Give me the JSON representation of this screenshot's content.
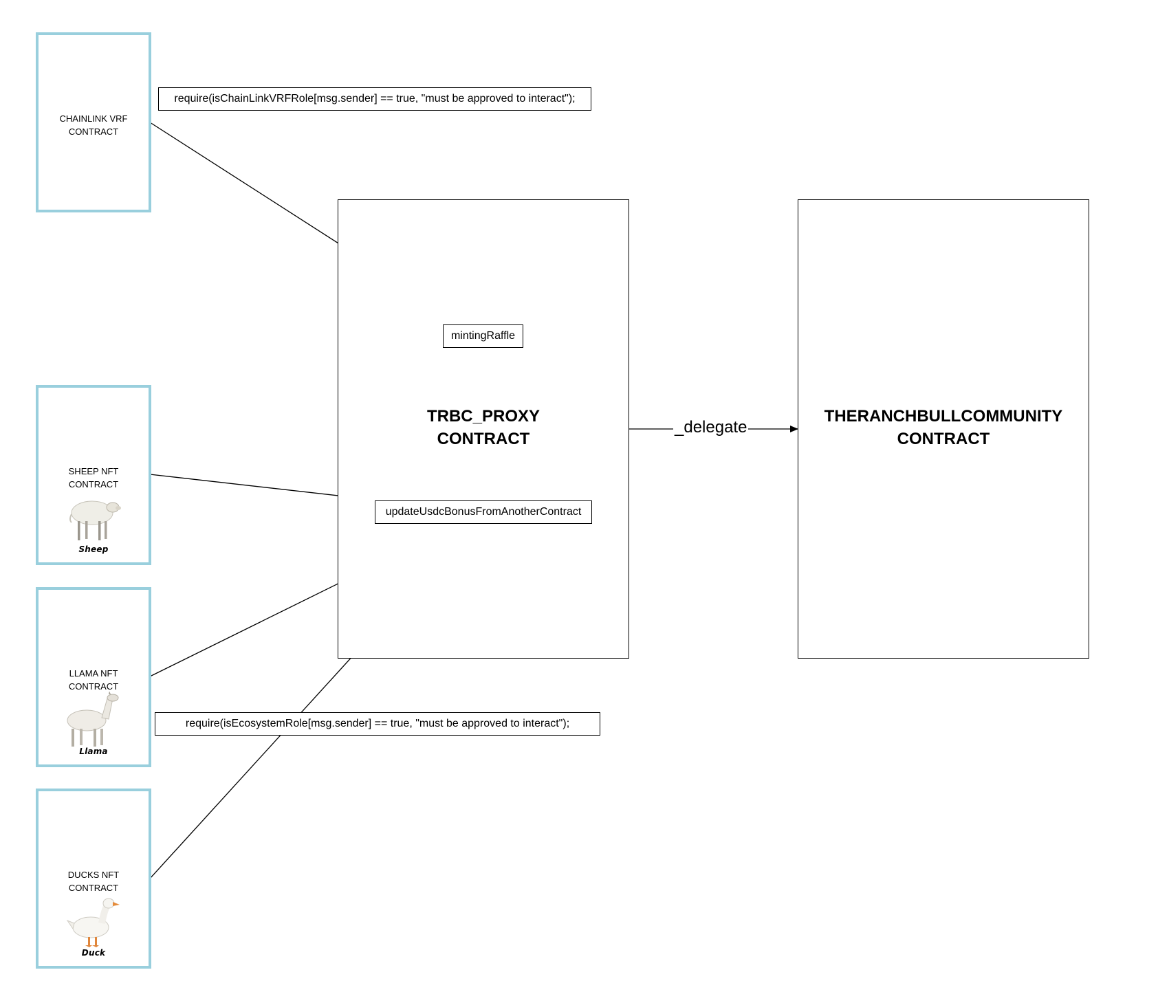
{
  "external_contracts": [
    {
      "id": "chainlink",
      "label_lines": [
        "CHAINLINK VRF",
        "CONTRACT"
      ],
      "animal_caption": ""
    },
    {
      "id": "sheep",
      "label_lines": [
        "SHEEP NFT",
        "CONTRACT"
      ],
      "animal_caption": "Sheep"
    },
    {
      "id": "llama",
      "label_lines": [
        "LLAMA NFT",
        "CONTRACT"
      ],
      "animal_caption": "Llama"
    },
    {
      "id": "ducks",
      "label_lines": [
        "DUCKS NFT",
        "CONTRACT"
      ],
      "animal_caption": "Duck"
    }
  ],
  "proxy": {
    "title_lines": [
      "TRBC_PROXY",
      "CONTRACT"
    ],
    "functions": {
      "minting": "mintingRaffle",
      "bonus": "updateUsdcBonusFromAnotherContract"
    }
  },
  "main_contract": {
    "title_lines": [
      "THERANCHBULLCOMMUNITY",
      "CONTRACT"
    ]
  },
  "notes": {
    "chainlink_require": "require(isChainLinkVRFRole[msg.sender] == true, \"must be approved to interact\");",
    "ecosystem_require": "require(isEcosystemRole[msg.sender] == true, \"must be approved to interact\");"
  },
  "delegate_label": "_delegate",
  "colors": {
    "external_border": "#99cfdd",
    "line": "#000000"
  }
}
